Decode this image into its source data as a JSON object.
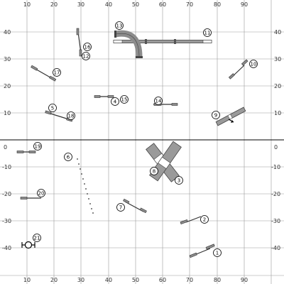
{
  "axes": {
    "top_labels": [
      "10",
      "20",
      "30",
      "40",
      "50",
      "60",
      "70",
      "80",
      "90"
    ],
    "bottom_labels": [
      "10",
      "20",
      "30",
      "40",
      "50",
      "60",
      "70",
      "80",
      "90"
    ],
    "left_labels": [
      "40",
      "30",
      "20",
      "10",
      "0",
      "-10",
      "-20",
      "-30",
      "-40"
    ],
    "right_labels": [
      "40",
      "30",
      "20",
      "10",
      "0",
      "-10",
      "-20",
      "-30",
      "-40"
    ]
  },
  "obstacle_numbers": {
    "n1": "1",
    "n2": "2",
    "n3": "3",
    "n4": "4",
    "n5": "5",
    "n6": "6",
    "n7": "7",
    "n8": "8",
    "n9": "9",
    "n10": "10",
    "n11": "11",
    "n12": "12",
    "n13": "13",
    "n14": "14",
    "n15": "15",
    "n16": "16",
    "n17": "17",
    "n18": "18",
    "n19": "19",
    "n20": "20",
    "n21": "21"
  },
  "colors": {
    "grid": "#9a9a9a",
    "axis": "#000000",
    "equipment": "#8c8c8c",
    "equipment_dark": "#555555",
    "jump_pole": "#333333"
  }
}
